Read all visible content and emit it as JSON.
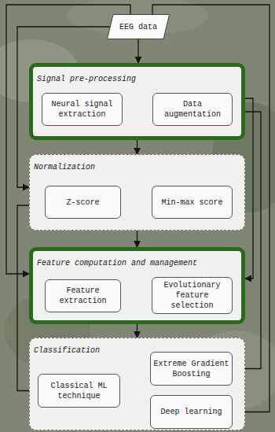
{
  "diagram": {
    "nodes": [
      {
        "text": [
          "EEG data"
        ]
      },
      {
        "text": [
          "Signal pre-processing"
        ]
      },
      {
        "text": [
          "Neural signal extraction"
        ],
        "in": 1
      },
      {
        "text": [
          "Data augmentation"
        ],
        "in": 1
      },
      {
        "text": [
          "Normalization"
        ]
      },
      {
        "text": [
          "Z-score"
        ],
        "in": 4
      },
      {
        "text": [
          "Min-max score"
        ],
        "in": 4
      },
      {
        "text": [
          "Feature computation and management"
        ]
      },
      {
        "text": [
          "Feature extraction"
        ],
        "in": 7
      },
      {
        "text": [
          "Evolutionary feature selection"
        ],
        "in": 7
      },
      {
        "text": [
          "Classification"
        ]
      },
      {
        "text": [
          "Classical ML technique"
        ],
        "in": 10
      },
      {
        "text": [
          "Extreme Gradient Boosting"
        ],
        "in": 10
      },
      {
        "text": [
          "Deep learning"
        ],
        "in": 10
      }
    ],
    "edges": [
      {
        "from": 0,
        "to": 1,
        "arrow": "to"
      },
      {
        "from": 1,
        "to": 4,
        "arrow": "to"
      },
      {
        "from": 4,
        "to": 7,
        "arrow": "to"
      },
      {
        "from": 7,
        "to": 10,
        "arrow": "to"
      },
      {
        "from": 0,
        "to": 4,
        "arrow": "to"
      },
      {
        "from": 0,
        "to": 7,
        "arrow": "to"
      },
      {
        "from": 0,
        "to": 13,
        "arrow": "to"
      },
      {
        "from": 1,
        "to": 7,
        "arrow": "to"
      },
      {
        "from": 1,
        "to": 12,
        "arrow": "to"
      },
      {
        "from": 4,
        "to": 11,
        "arrow": "to"
      }
    ]
  }
}
